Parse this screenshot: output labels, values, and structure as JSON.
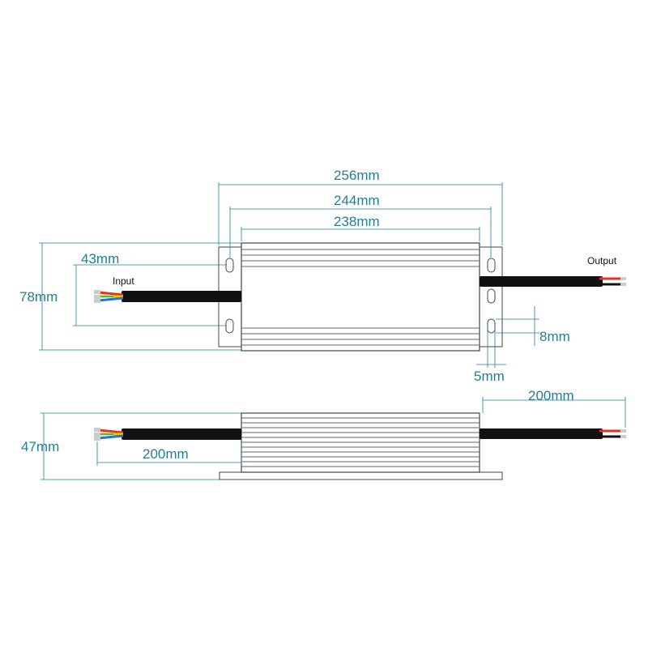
{
  "labels": {
    "input": "Input",
    "output": "Output"
  },
  "dimensions": {
    "overall_length": "256mm",
    "mounting_hole_spacing": "244mm",
    "body_length": "238mm",
    "mounting_hole_distance": "43mm",
    "width": "78mm",
    "slot_length": "8mm",
    "slot_width": "5mm",
    "height": "47mm",
    "input_cable_length": "200mm",
    "output_cable_length": "200mm"
  },
  "colors": {
    "dimension": "#1f7f99",
    "cable": "#111111",
    "wire_red": "#e8302a",
    "wire_yellow": "#d8d400",
    "wire_green": "#2cb04a",
    "wire_blue": "#2a6ee8",
    "body_line": "#444444"
  }
}
